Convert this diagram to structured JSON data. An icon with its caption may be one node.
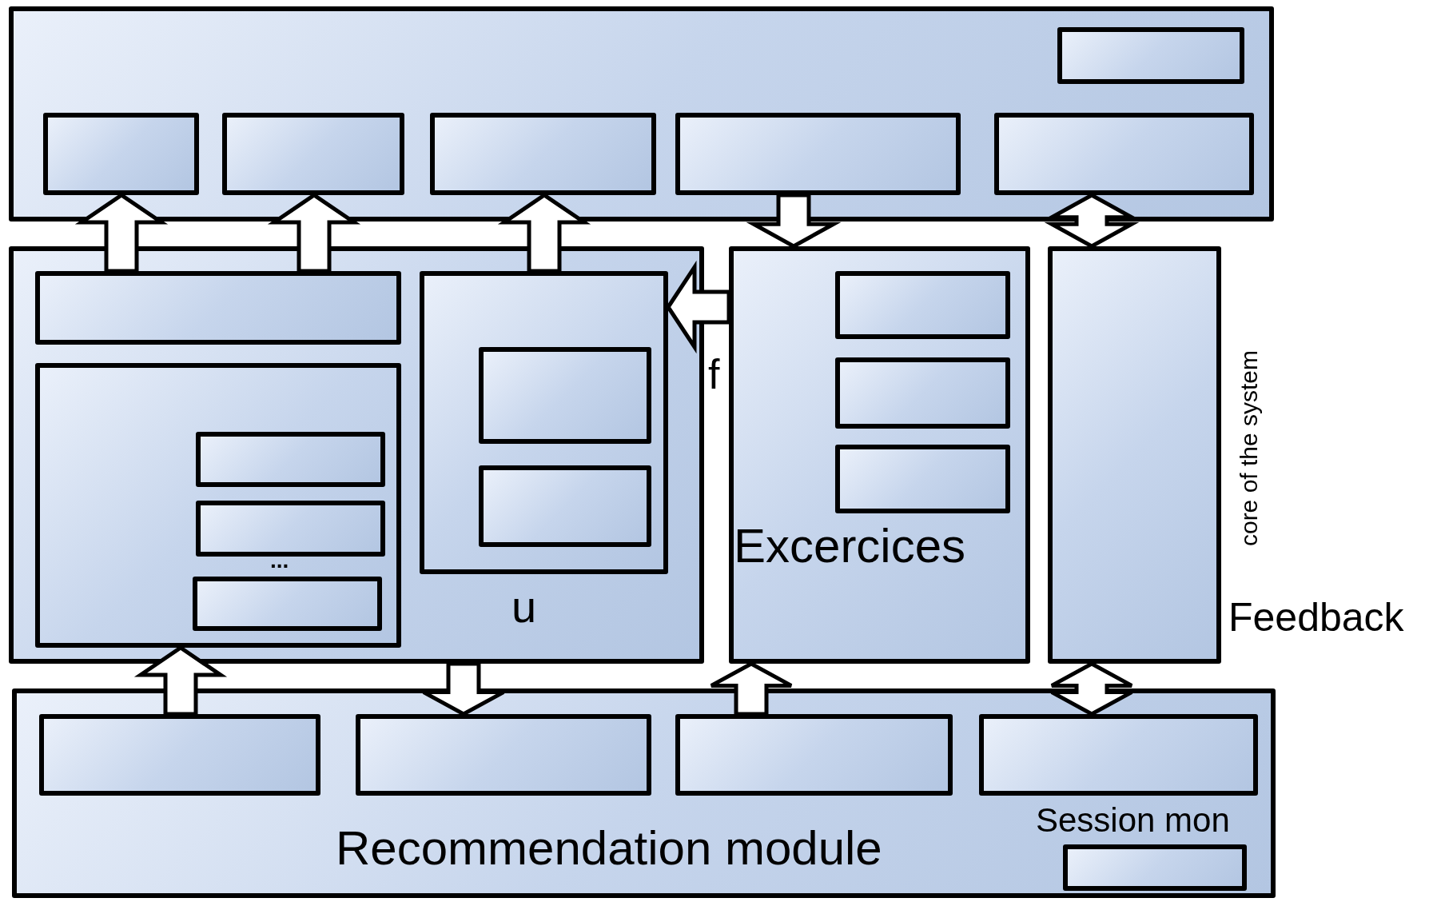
{
  "diagram": {
    "nodes": [
      {
        "text": [],
        "shape": "box"
      },
      {
        "text": [],
        "shape": "box",
        "in": 0
      },
      {
        "text": [],
        "shape": "box",
        "in": 0
      },
      {
        "text": [],
        "shape": "box",
        "in": 0
      },
      {
        "text": [],
        "shape": "box",
        "in": 0
      },
      {
        "text": [],
        "shape": "box",
        "in": 0
      },
      {
        "text": [],
        "shape": "box",
        "in": 0
      },
      {
        "text": [],
        "shape": "box"
      },
      {
        "text": [],
        "shape": "box",
        "in": 7
      },
      {
        "text": [],
        "shape": "box",
        "in": 7
      },
      {
        "text": [],
        "shape": "box",
        "in": 9
      },
      {
        "text": [],
        "shape": "box",
        "in": 9
      },
      {
        "text": [],
        "shape": "box",
        "in": 9
      },
      {
        "text": [],
        "shape": "box",
        "in": 7
      },
      {
        "text": [],
        "shape": "box",
        "in": 13
      },
      {
        "text": [],
        "shape": "box",
        "in": 13
      },
      {
        "text": [
          "Excercices"
        ]
      },
      {
        "text": [],
        "shape": "box",
        "in": 16
      },
      {
        "text": [],
        "shape": "box",
        "in": 16
      },
      {
        "text": [],
        "shape": "box",
        "in": 16
      },
      {
        "text": [],
        "shape": "box",
        "beside": [
          "core of the system"
        ]
      },
      {
        "text": [
          "Recommendation module",
          "Session mon"
        ]
      },
      {
        "text": [],
        "shape": "box",
        "in": 21
      },
      {
        "text": [],
        "shape": "box",
        "in": 21
      },
      {
        "text": [],
        "shape": "box",
        "in": 21
      },
      {
        "text": [],
        "shape": "box",
        "in": 21
      },
      {
        "text": [],
        "shape": "box",
        "in": 21
      }
    ],
    "edges": [
      {
        "from": 8,
        "to": 2,
        "arrow": "to"
      },
      {
        "from": 8,
        "to": 3,
        "arrow": "to"
      },
      {
        "from": 13,
        "to": 4,
        "arrow": "to"
      },
      {
        "from": 5,
        "to": 16,
        "arrow": "to"
      },
      {
        "from": 6,
        "to": 20,
        "arrow": "both"
      },
      {
        "from": 16,
        "to": 13,
        "arrow": "to"
      },
      {
        "from": 22,
        "to": 9,
        "arrow": "to"
      },
      {
        "from": 7,
        "to": 23,
        "arrow": "to"
      },
      {
        "from": 24,
        "to": 16,
        "arrow": "to"
      },
      {
        "from": 25,
        "to": 20,
        "arrow": "both"
      }
    ],
    "labels": [
      "f",
      "u",
      "...",
      "Feedback"
    ]
  }
}
